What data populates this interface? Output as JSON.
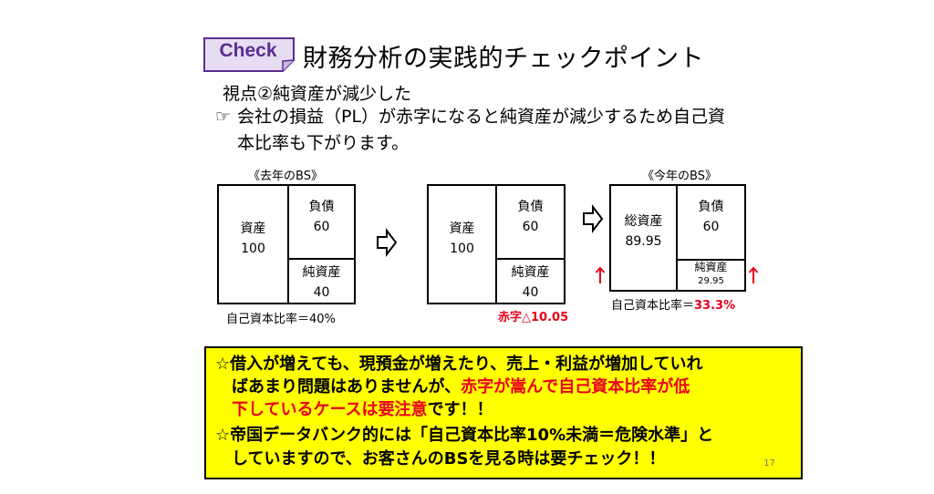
{
  "header": {
    "check_label": "Check",
    "title": "財務分析の実践的チェックポイント"
  },
  "viewpoint": "視点②純資産が減少した",
  "explanation": {
    "hand_icon": "☞",
    "line1": "会社の損益（PL）が赤字になると純資産が減少するため自己資",
    "line2": "本比率も下がります。"
  },
  "bs_last_year": {
    "caption": "《去年のBS》",
    "assets_label": "資産",
    "assets_value": "100",
    "liabilities_label": "負債",
    "liabilities_value": "60",
    "net_assets_label": "純資産",
    "net_assets_value": "40",
    "ratio_text": "自己資本比率＝40%"
  },
  "bs_middle": {
    "assets_label": "資産",
    "assets_value": "100",
    "liabilities_label": "負債",
    "liabilities_value": "60",
    "net_assets_label": "純資産",
    "net_assets_value": "40",
    "deficit_text": "赤字△10.05"
  },
  "bs_this_year": {
    "caption": "《今年のBS》",
    "assets_label": "総資産",
    "assets_value": "89.95",
    "liabilities_label": "負債",
    "liabilities_value": "60",
    "net_assets_label": "純資産",
    "net_assets_value": "29.95",
    "ratio_prefix": "自己資本比率＝",
    "ratio_value": "33.3%"
  },
  "notes": {
    "line1": "☆借入が増えても、現預金が増えたり、売上・利益が増加していれ",
    "line2": "ばあまり問題はありませんが、",
    "line2_red": "赤字が嵩んで自己資本比率が低",
    "line3_red": "下しているケースは要注意",
    "line3_rest": "です！！",
    "line4": "☆帝国データバンク的には「自己資本比率10%未満＝危険水準」と",
    "line5": "していますので、お客さんのBSを見る時は要チェック！！"
  },
  "page_number": "17",
  "colors": {
    "accent_red": "#e8001c",
    "highlight_yellow": "#ffff00",
    "check_purple": "#5a2d91"
  }
}
